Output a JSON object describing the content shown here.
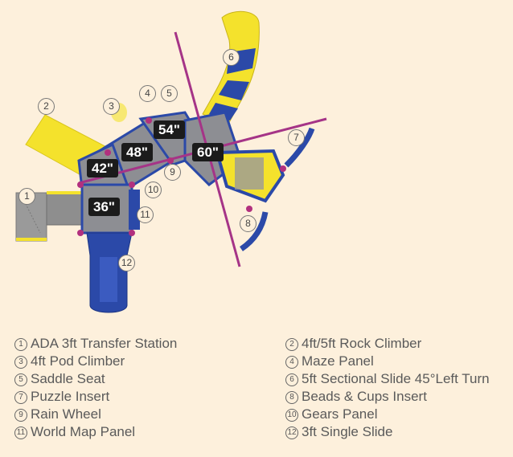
{
  "deck_heights": [
    "54\"",
    "48\"",
    "42\"",
    "60\"",
    "36\""
  ],
  "callouts": [
    "1",
    "2",
    "3",
    "4",
    "5",
    "6",
    "7",
    "8",
    "9",
    "10",
    "11",
    "12"
  ],
  "legend": [
    {
      "num": "1",
      "text": "ADA 3ft Transfer Station"
    },
    {
      "num": "2",
      "text": "4ft/5ft Rock Climber"
    },
    {
      "num": "3",
      "text": "4ft Pod Climber"
    },
    {
      "num": "4",
      "text": "Maze Panel"
    },
    {
      "num": "5",
      "text": "Saddle Seat"
    },
    {
      "num": "6",
      "text": "5ft Sectional Slide 45°Left Turn"
    },
    {
      "num": "7",
      "text": "Puzzle Insert"
    },
    {
      "num": "8",
      "text": "Beads & Cups Insert"
    },
    {
      "num": "9",
      "text": "Rain Wheel"
    },
    {
      "num": "10",
      "text": "Gears Panel"
    },
    {
      "num": "11",
      "text": "World Map Panel"
    },
    {
      "num": "12",
      "text": "3ft Single Slide"
    }
  ],
  "colors": {
    "background": "#fdf0dc",
    "yellow": "#f4e22c",
    "blue": "#2b49a8",
    "deck_gray": "#8d8e93",
    "post_magenta": "#b2307e",
    "dimension_line": "#a53487"
  }
}
